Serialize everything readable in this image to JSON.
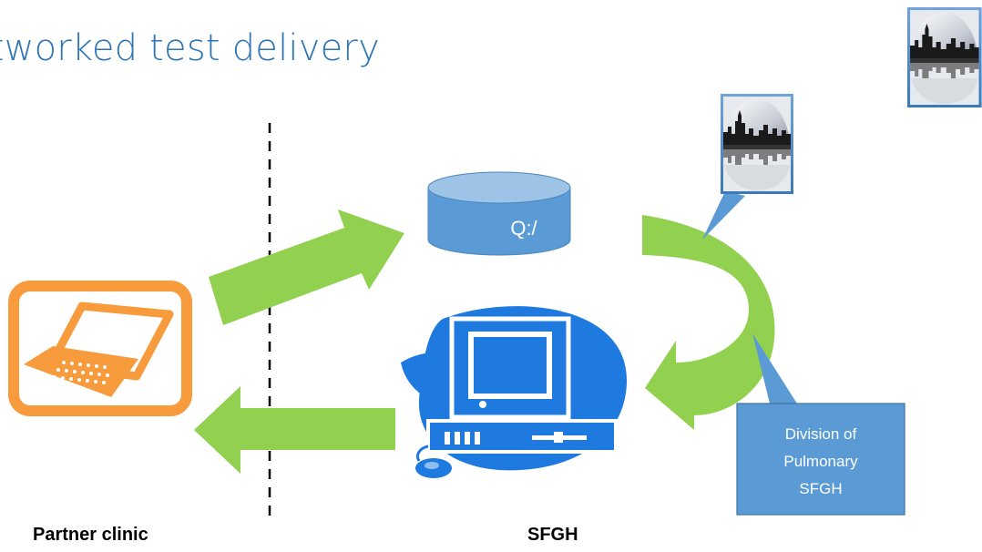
{
  "slide": {
    "title": "etworked test delivery",
    "partner_label": "Partner clinic",
    "sfgh_label": "SFGH"
  },
  "database": {
    "label": "Q:/"
  },
  "callout": {
    "lines": [
      "Division of",
      "Pulmonary",
      "SFGH"
    ]
  },
  "icons": {
    "laptop": "laptop-icon",
    "computer": "desktop-computer-icon",
    "database": "database-cylinder-icon",
    "logo": "skyline-logo-icon"
  },
  "colors": {
    "title": "#2E75B6",
    "arrow": "#92D050",
    "laptop_orange": "#F79B3C",
    "database_blue": "#5B9BD5",
    "computer_blue": "#1F7AE0",
    "callout_blue": "#5B9BD5"
  }
}
